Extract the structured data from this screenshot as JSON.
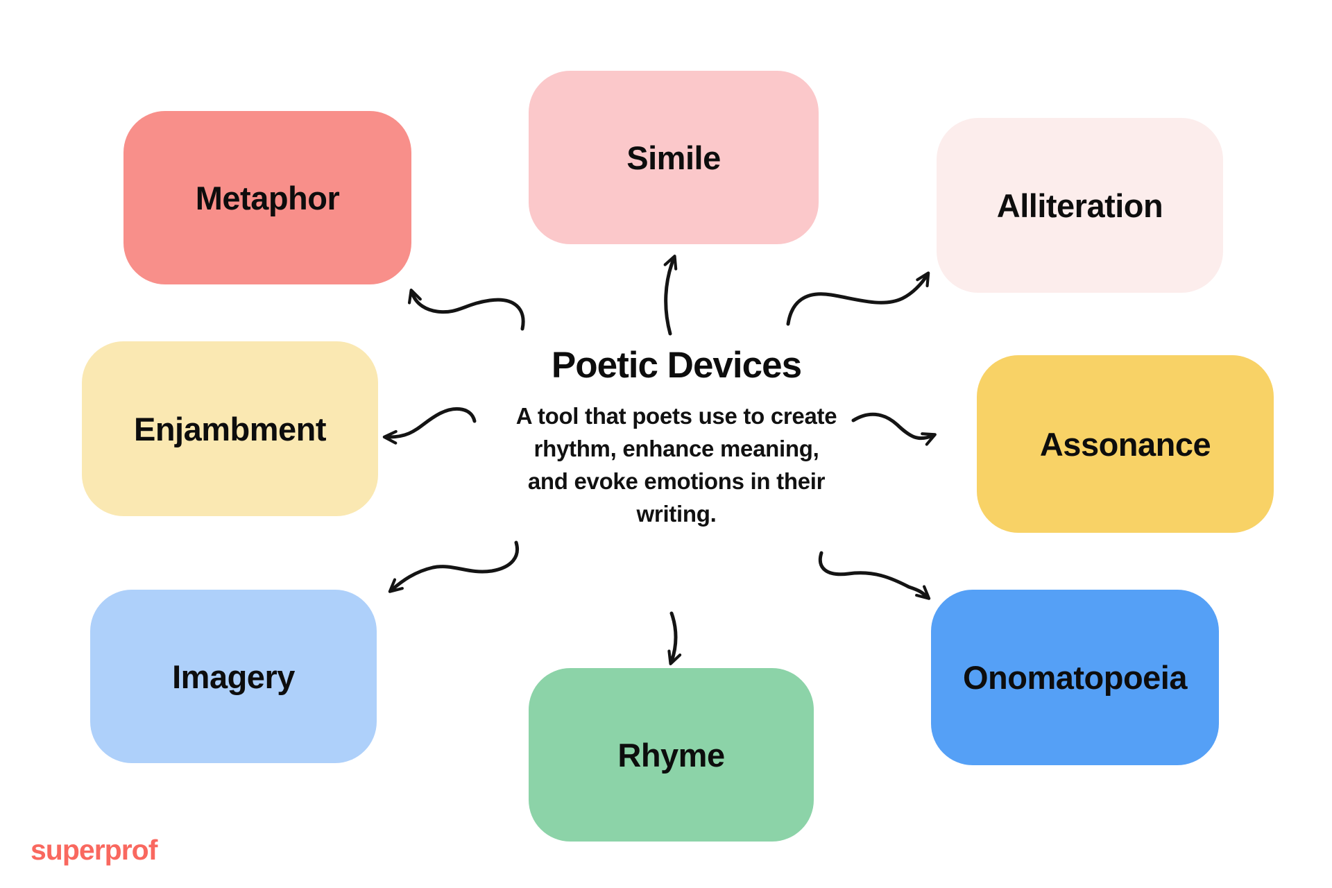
{
  "center": {
    "title": "Poetic Devices",
    "description_lines": [
      "A tool that poets use to create",
      "rhythm, enhance meaning,",
      "and evoke emotions in their",
      "writing."
    ]
  },
  "nodes": [
    {
      "id": "metaphor",
      "label": "Metaphor",
      "color": "#F88F8A"
    },
    {
      "id": "simile",
      "label": "Simile",
      "color": "#FBC8CA"
    },
    {
      "id": "alliteration",
      "label": "Alliteration",
      "color": "#FCEDEC"
    },
    {
      "id": "enjambment",
      "label": "Enjambment",
      "color": "#FAE8B2"
    },
    {
      "id": "assonance",
      "label": "Assonance",
      "color": "#F8D266"
    },
    {
      "id": "imagery",
      "label": "Imagery",
      "color": "#AED0FA"
    },
    {
      "id": "rhyme",
      "label": "Rhyme",
      "color": "#8CD3A8"
    },
    {
      "id": "onomatopoeia",
      "label": "Onomatopoeia",
      "color": "#55A0F6"
    }
  ],
  "connections": [
    {
      "from": "center",
      "to": "metaphor"
    },
    {
      "from": "center",
      "to": "simile"
    },
    {
      "from": "center",
      "to": "alliteration"
    },
    {
      "from": "center",
      "to": "enjambment"
    },
    {
      "from": "center",
      "to": "assonance"
    },
    {
      "from": "center",
      "to": "imagery"
    },
    {
      "from": "center",
      "to": "rhyme"
    },
    {
      "from": "center",
      "to": "onomatopoeia"
    }
  ],
  "branding": {
    "logo": "superprof",
    "color": "#F9685F"
  },
  "arrow_color": "#141414",
  "text_color": "#0D0D0D",
  "background_color": "#FFFFFF"
}
